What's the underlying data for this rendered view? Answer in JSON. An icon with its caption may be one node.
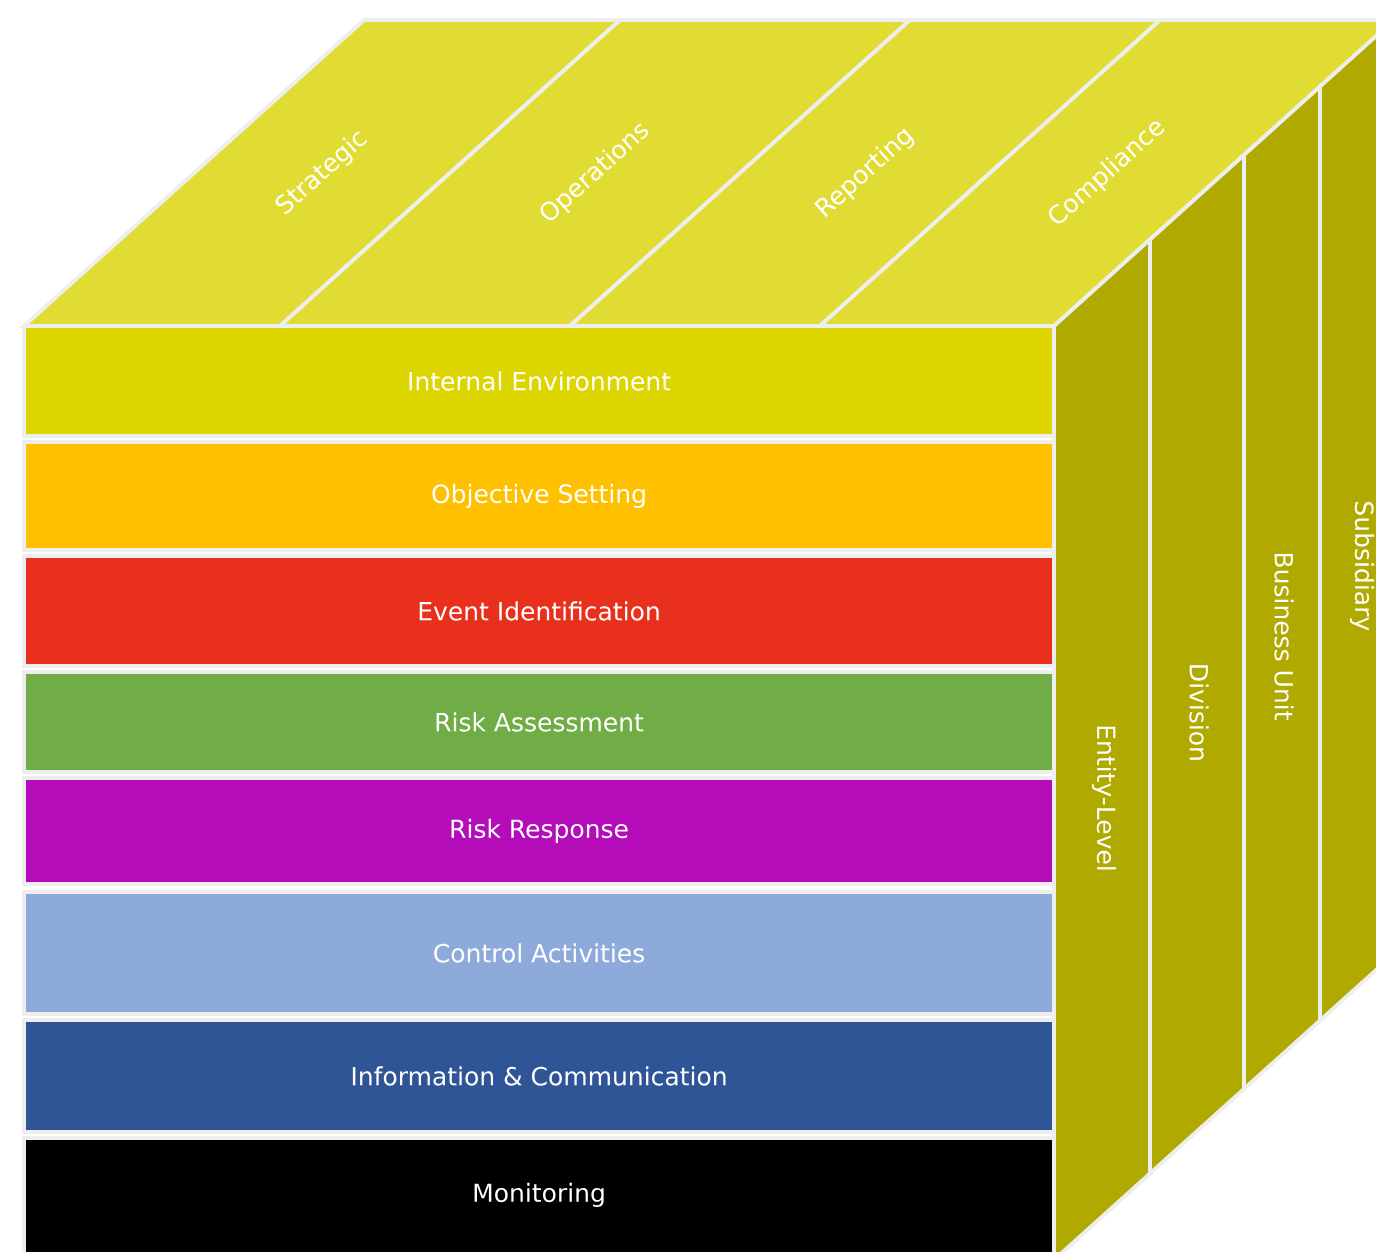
{
  "diagram": {
    "nodes": [
      {
        "text": [
          "Internal Environment"
        ]
      },
      {
        "text": [
          "Objective Setting"
        ]
      },
      {
        "text": [
          "Event Identification"
        ]
      },
      {
        "text": [
          "Risk Assessment"
        ]
      },
      {
        "text": [
          "Risk Response"
        ]
      },
      {
        "text": [
          "Control Activities"
        ]
      },
      {
        "text": [
          "Information & Communication"
        ]
      },
      {
        "text": [
          "Monitoring"
        ]
      },
      {
        "text": [
          "Strategic"
        ]
      },
      {
        "text": [
          "Operations"
        ]
      },
      {
        "text": [
          "Reporting"
        ]
      },
      {
        "text": [
          "Compliance"
        ]
      },
      {
        "text": [
          "Entity-Level"
        ]
      },
      {
        "text": [
          "Division"
        ]
      },
      {
        "text": [
          "Business Unit"
        ]
      },
      {
        "text": [
          "Subsidiary"
        ]
      }
    ]
  }
}
